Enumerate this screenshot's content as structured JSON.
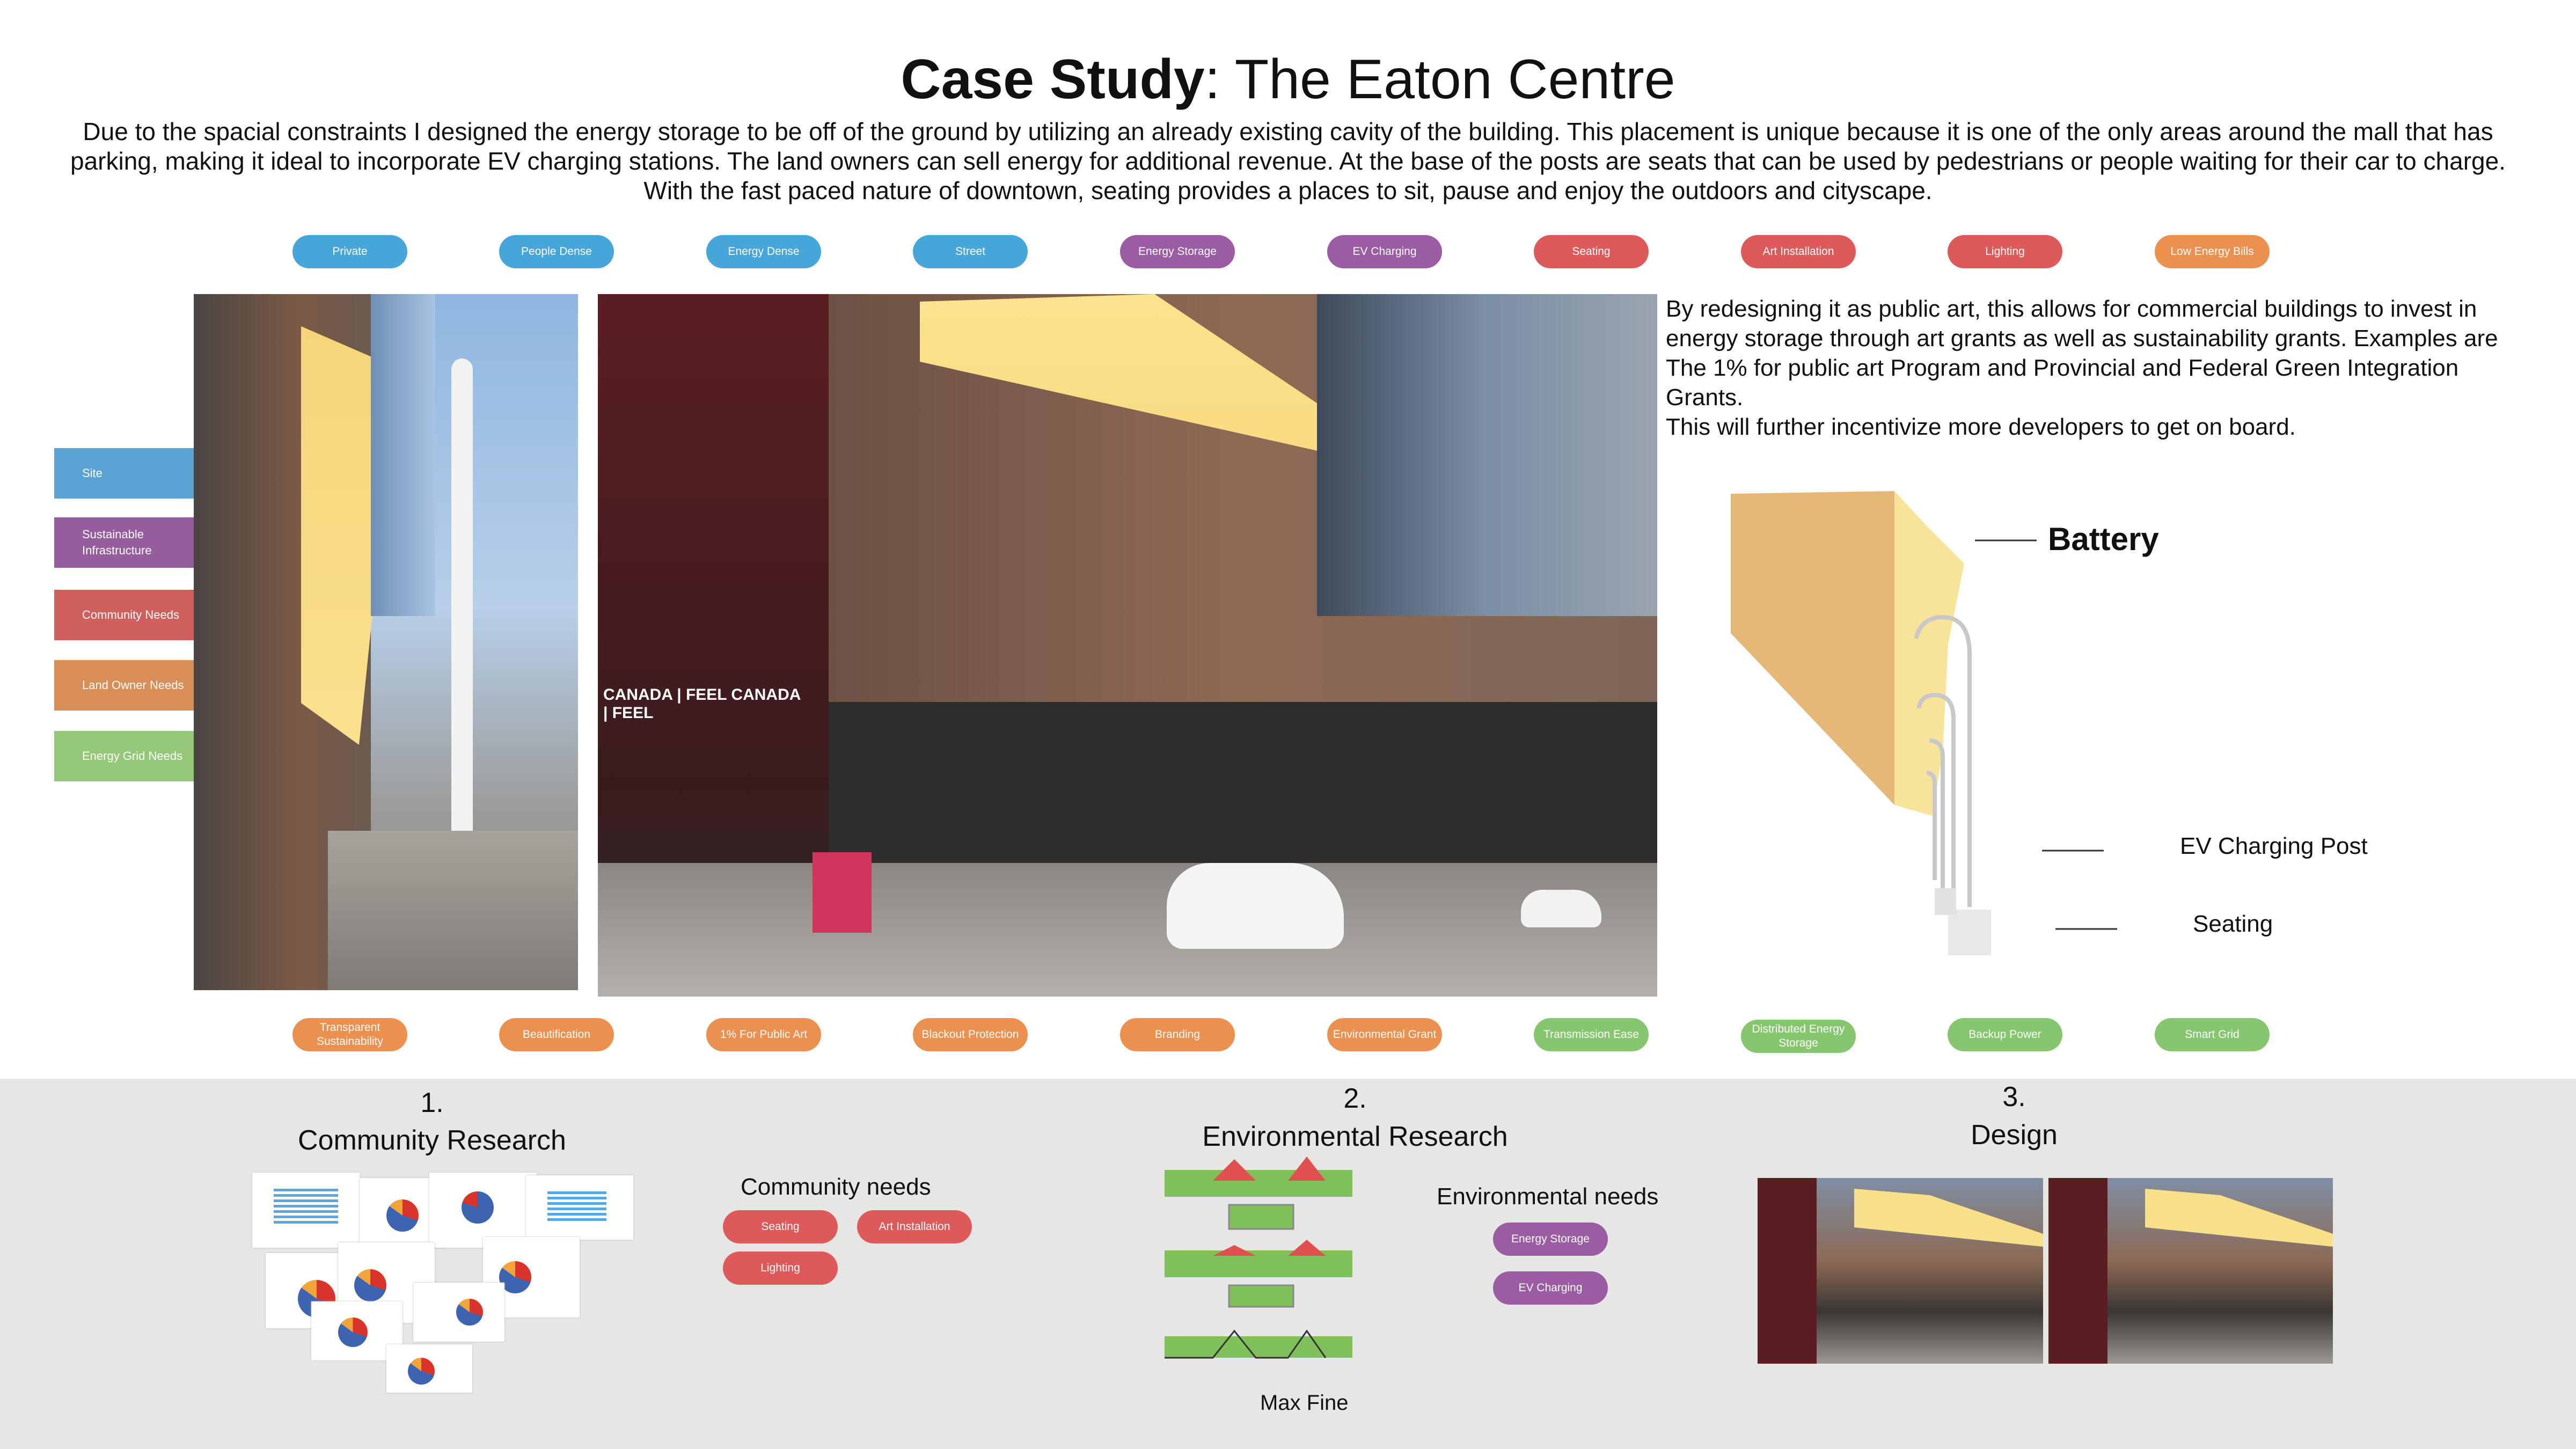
{
  "title": {
    "bold": "Case Study",
    "rest": ": The Eaton Centre"
  },
  "intro": "Due to the spacial constraints I designed the energy storage to be off of the ground by utilizing an already existing cavity of the building. This placement is unique because it is one of the only areas around the mall that has parking, making it ideal to incorporate EV charging stations. The land owners can sell energy for additional revenue. At the base of the posts are seats that can be used by pedestrians or people waiting for their car to charge. With the fast paced nature of downtown, seating provides a places to sit, pause and enjoy the outdoors and cityscape.",
  "top_tags": [
    {
      "label": "Private",
      "color": "#46a6d9"
    },
    {
      "label": "People Dense",
      "color": "#46a6d9"
    },
    {
      "label": "Energy Dense",
      "color": "#46a6d9"
    },
    {
      "label": "Street",
      "color": "#46a6d9"
    },
    {
      "label": "Energy Storage",
      "color": "#9c5ca3"
    },
    {
      "label": "EV Charging",
      "color": "#9c5ca3"
    },
    {
      "label": "Seating",
      "color": "#de5a5a"
    },
    {
      "label": "Art Installation",
      "color": "#de5a5a"
    },
    {
      "label": "Lighting",
      "color": "#de5a5a"
    },
    {
      "label": "Low Energy Bills",
      "color": "#ec9050"
    }
  ],
  "bottom_tags": [
    {
      "label": "Transparent Sustainability"
    },
    {
      "label": "Beautification"
    },
    {
      "label": "1% For Public Art"
    },
    {
      "label": "Blackout Protection"
    },
    {
      "label": "Branding"
    },
    {
      "label": "Environmental Grant"
    },
    {
      "label": "Transmission Ease"
    },
    {
      "label": "Distributed Energy Storage"
    },
    {
      "label": "Backup Power"
    },
    {
      "label": "Smart Grid"
    }
  ],
  "legend": [
    {
      "label": "Site",
      "color": "#5ba3d5"
    },
    {
      "label": "Sustainable Infrastructure",
      "color": "#955c9e"
    },
    {
      "label": "Community Needs",
      "color": "#d0605e"
    },
    {
      "label": "Land Owner Needs",
      "color": "#da8e57"
    },
    {
      "label": "Energy Grid Needs",
      "color": "#94c877"
    }
  ],
  "right_text": "By redesigning it as public art, this allows for commercial buildings to invest in energy storage through art grants as well as sustainability grants. Examples are The 1% for public art Program and Provincial and Federal Green Integration Grants.",
  "right_text2": "This will further incentivize more developers to get on board.",
  "diagram": {
    "battery": "Battery",
    "post": "EV Charging Post",
    "seating": "Seating"
  },
  "photo_signs": {
    "canada": "CANADA | FEEL CANADA | FEEL"
  },
  "steps": [
    {
      "num": "1.",
      "title": "Community Research"
    },
    {
      "num": "2.",
      "title": "Environmental Research"
    },
    {
      "num": "3.",
      "title": "Design"
    }
  ],
  "community_needs": {
    "title": "Community needs",
    "items": [
      "Seating",
      "Art Installation",
      "Lighting"
    ]
  },
  "environmental_needs": {
    "title": "Environmental needs",
    "items": [
      "Energy Storage",
      "EV Charging"
    ]
  },
  "credit": "Max Fine"
}
